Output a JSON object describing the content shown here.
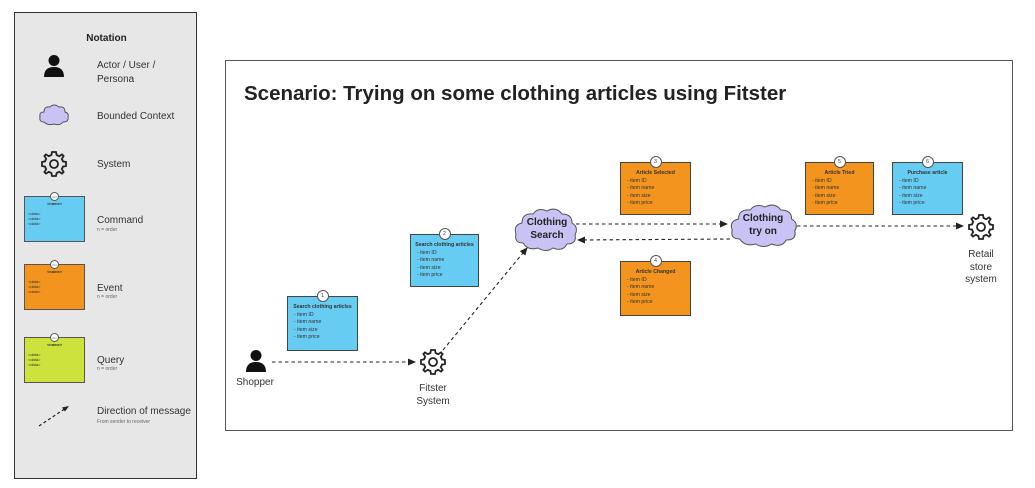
{
  "legend": {
    "title": "Notation",
    "items": [
      {
        "label": "Actor / User / Persona"
      },
      {
        "label": "Bounded Context"
      },
      {
        "label": "System"
      },
      {
        "label": "Command",
        "sub": "n = order",
        "name": "<name>",
        "data": [
          "<data>",
          "<data>",
          "<data>"
        ],
        "pin": "<n>"
      },
      {
        "label": "Event",
        "sub": "n = order",
        "name": "<name>",
        "data": [
          "<data>",
          "<data>",
          "<data>"
        ],
        "pin": "<n>"
      },
      {
        "label": "Query",
        "sub": "n = order",
        "name": "<name>",
        "data": [
          "<data>",
          "<data>",
          "<data>"
        ],
        "pin": "<n>"
      },
      {
        "label": "Direction of message",
        "sub": "From sender to receiver"
      }
    ]
  },
  "scenario": {
    "title": "Scenario: Trying on some clothing articles using Fitster",
    "actors": {
      "shopper": "Shopper"
    },
    "systems": {
      "fitster": "Fitster\nSystem",
      "retail": "Retail\nstore\nsystem"
    },
    "contexts": {
      "search": "Clothing\nSearch",
      "tryon": "Clothing\ntry on"
    },
    "notes": [
      {
        "num": "1",
        "title": "Search clothing articles",
        "lines": [
          "- item ID",
          "- item name",
          "- item size",
          "- item price"
        ],
        "kind": "command"
      },
      {
        "num": "2",
        "title": "Search clothing articles",
        "lines": [
          "- item ID",
          "- item name",
          "- item size",
          "- item price"
        ],
        "kind": "command"
      },
      {
        "num": "3",
        "title": "Article Selected",
        "lines": [
          "- item ID",
          "- item name",
          "- item size",
          "- item price"
        ],
        "kind": "event"
      },
      {
        "num": "4",
        "title": "Article Changed",
        "lines": [
          "- item ID",
          "- item name",
          "- item size",
          "- item price"
        ],
        "kind": "event"
      },
      {
        "num": "5",
        "title": "Article Tried",
        "lines": [
          "- item ID",
          "- item name",
          "- item size",
          "- item price"
        ],
        "kind": "event"
      },
      {
        "num": "6",
        "title": "Purchase article",
        "lines": [
          "- item ID",
          "- item name",
          "- item size",
          "- item price"
        ],
        "kind": "command"
      }
    ]
  },
  "colors": {
    "command": "#66ccf2",
    "event": "#f2941e",
    "query": "#cde23d",
    "bounded_context": "#c9c3f5"
  }
}
